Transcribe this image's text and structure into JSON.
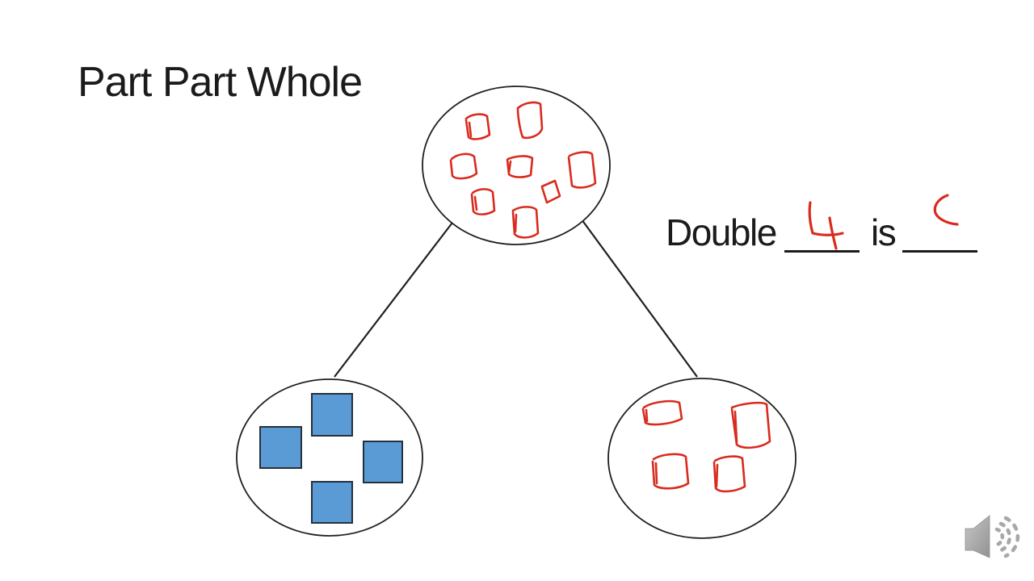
{
  "slide": {
    "title": "Part Part Whole"
  },
  "sentence": {
    "lead_word": "Double",
    "middle_word": "is",
    "blank1": "____",
    "blank2": "____",
    "handwritten_answer_blank1": "4",
    "handwritten_answer_blank2": "c-shaped partial pen stroke"
  },
  "diagram": {
    "structure": "part-part-whole",
    "whole_circle": {
      "name": "whole",
      "red_handdrawn_square_count": 8
    },
    "left_part_circle": {
      "name": "left part",
      "blue_square_count": 4
    },
    "right_part_circle": {
      "name": "right part",
      "red_handdrawn_square_count": 4
    }
  },
  "audio": {
    "icon": "speaker-with-sound-waves"
  },
  "colors": {
    "ink-red": "#d92b1e",
    "square-blue": "#5b9bd5",
    "square-border": "#24303c",
    "stroke-black": "#1f1f1f",
    "text-black": "#1b1b1b",
    "speaker-gray": "#a8a8a8",
    "background": "#ffffff"
  }
}
